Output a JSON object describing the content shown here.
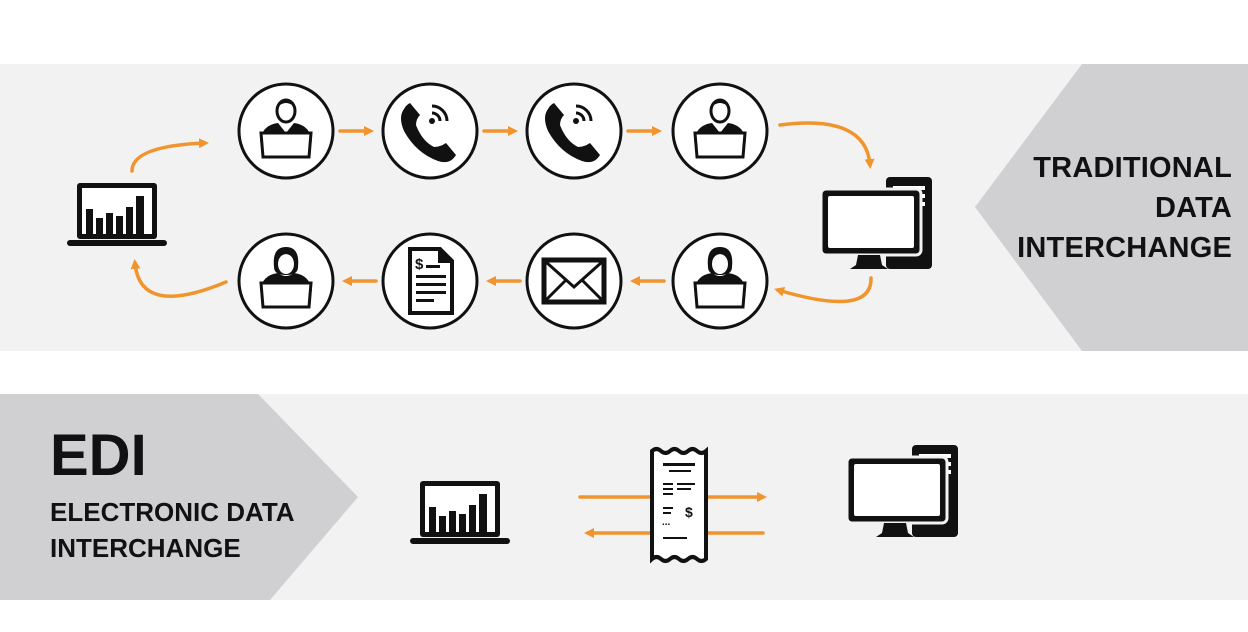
{
  "colors": {
    "band_bg": "#f2f2f2",
    "arrow_shape": "#d0d0d3",
    "accent_arrow": "#f0952e",
    "icon": "#111111"
  },
  "traditional": {
    "title_lines": [
      "TRADITIONAL",
      "DATA",
      "INTERCHANGE"
    ],
    "flow_top": [
      {
        "icon": "laptop-chart-icon",
        "role": "source"
      },
      {
        "icon": "businessman-laptop-icon"
      },
      {
        "icon": "phone-call-icon"
      },
      {
        "icon": "phone-call-icon"
      },
      {
        "icon": "businessman-laptop-icon"
      },
      {
        "icon": "desktop-computer-icon",
        "role": "system"
      }
    ],
    "flow_bottom": [
      {
        "icon": "desktop-computer-icon",
        "role": "system"
      },
      {
        "icon": "businesswoman-laptop-icon"
      },
      {
        "icon": "envelope-icon"
      },
      {
        "icon": "invoice-document-icon"
      },
      {
        "icon": "businesswoman-laptop-icon"
      },
      {
        "icon": "laptop-chart-icon",
        "role": "source"
      }
    ]
  },
  "edi": {
    "abbr": "EDI",
    "full_lines": [
      "ELECTRONIC DATA",
      "INTERCHANGE"
    ],
    "flow": [
      {
        "icon": "laptop-chart-icon"
      },
      {
        "icon": "receipt-icon",
        "direction": "bidirectional"
      },
      {
        "icon": "desktop-computer-icon"
      }
    ]
  }
}
